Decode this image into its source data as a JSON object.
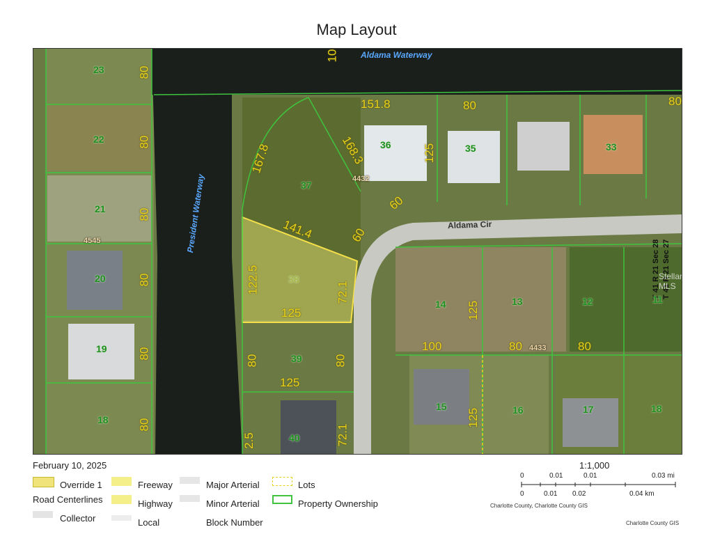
{
  "title": "Map Layout",
  "date": "February 10, 2025",
  "waterways": {
    "top": "Aldama Waterway",
    "left": "President Waterway"
  },
  "street": "Aldama Cir",
  "section_labels": [
    "T 41 R 21 Sec 28",
    "T 41 R 21 Sec 27"
  ],
  "lot_numbers": {
    "l23": "23",
    "l22": "22",
    "l21": "21",
    "l20": "20",
    "l19": "19",
    "l18": "18",
    "l36": "36",
    "l35": "35",
    "l33": "33",
    "l37": "37",
    "l38": "38",
    "l39": "39",
    "l40": "40",
    "l14": "14",
    "l13": "13",
    "l12": "12",
    "l11": "11",
    "l15": "15",
    "l16": "16",
    "l17": "17"
  },
  "block_numbers": {
    "b4545": "4545",
    "b4432": "4432",
    "b4433": "4433"
  },
  "dimensions": {
    "d1": "80",
    "d2": "80",
    "d3": "80",
    "d4": "80",
    "d5": "80",
    "d6": "80",
    "d7": "151.8",
    "d8": "80",
    "d9": "168.3",
    "d10": "125",
    "d11": "167.8",
    "d12": "60",
    "d13": "60",
    "d14": "141.4",
    "d15": "122.5",
    "d16": "72.1",
    "d17": "125",
    "d18": "80",
    "d19": "80",
    "d20": "125",
    "d21": "125",
    "d22": "100",
    "d23": "80",
    "d24": "80",
    "d25": "125",
    "d26": "72.1",
    "d27": "2.5",
    "d28": "10",
    "d29": "80"
  },
  "legend": {
    "override": "Override 1",
    "road_centerlines": "Road Centerlines",
    "collector": "Collector",
    "freeway": "Freeway",
    "highway": "Highway",
    "local": "Local",
    "major_arterial": "Major Arterial",
    "minor_arterial": "Minor Arterial",
    "block_number": "Block Number",
    "lots": "Lots",
    "property_ownership": "Property Ownership"
  },
  "scale": {
    "ratio": "1:1,000",
    "mi_ticks": [
      "0",
      "0.01",
      "0.01",
      "0.03 mi"
    ],
    "km_ticks": [
      "0",
      "0.01",
      "0.02",
      "0.04 km"
    ]
  },
  "source": {
    "left": "Charlotte County, Charlotte County GIS",
    "right": "Charlotte County GIS"
  },
  "watermark": "Stellar MLS",
  "colors": {
    "highlight": "#f5ef7a",
    "parcel_line": "#3ec43e",
    "dimension": "#e8d21a",
    "water": "#1a1f1c"
  }
}
